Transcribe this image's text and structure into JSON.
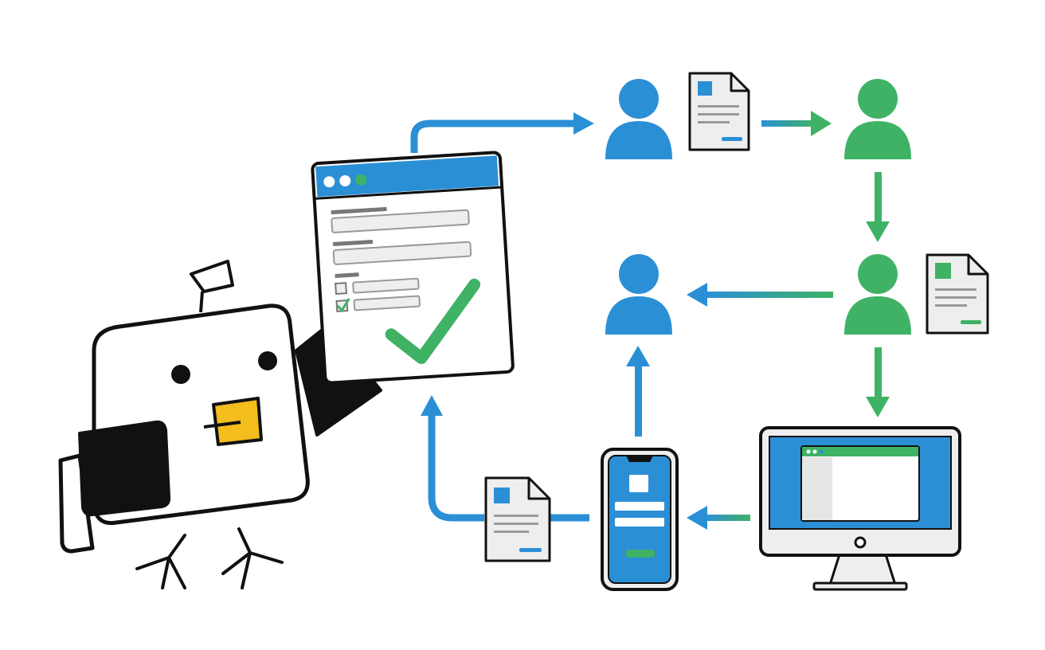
{
  "colors": {
    "blue": "#2b8fd6",
    "green": "#3fb265",
    "yellow": "#f2bd1d",
    "ink": "#111111",
    "paper": "#eeeeee",
    "gray": "#bdbdbd"
  },
  "nodes": [
    {
      "name": "mascot-bird",
      "icon": "square-bird-mascot-icon"
    },
    {
      "name": "approved-form",
      "icon": "form-checkmark-icon"
    },
    {
      "name": "requester-person",
      "icon": "person-icon",
      "color": "blue"
    },
    {
      "name": "approver-person",
      "icon": "person-icon",
      "color": "green"
    },
    {
      "name": "second-approver-person",
      "icon": "person-icon",
      "color": "green"
    },
    {
      "name": "recipient-person",
      "icon": "person-icon",
      "color": "blue"
    },
    {
      "name": "desktop-monitor",
      "icon": "monitor-icon"
    },
    {
      "name": "mobile-phone",
      "icon": "phone-icon"
    }
  ],
  "documents": [
    {
      "name": "blue-document",
      "icon": "document-icon",
      "color": "blue"
    },
    {
      "name": "green-document",
      "icon": "document-icon",
      "color": "green"
    },
    {
      "name": "returned-document",
      "icon": "document-icon",
      "color": "blue"
    }
  ]
}
